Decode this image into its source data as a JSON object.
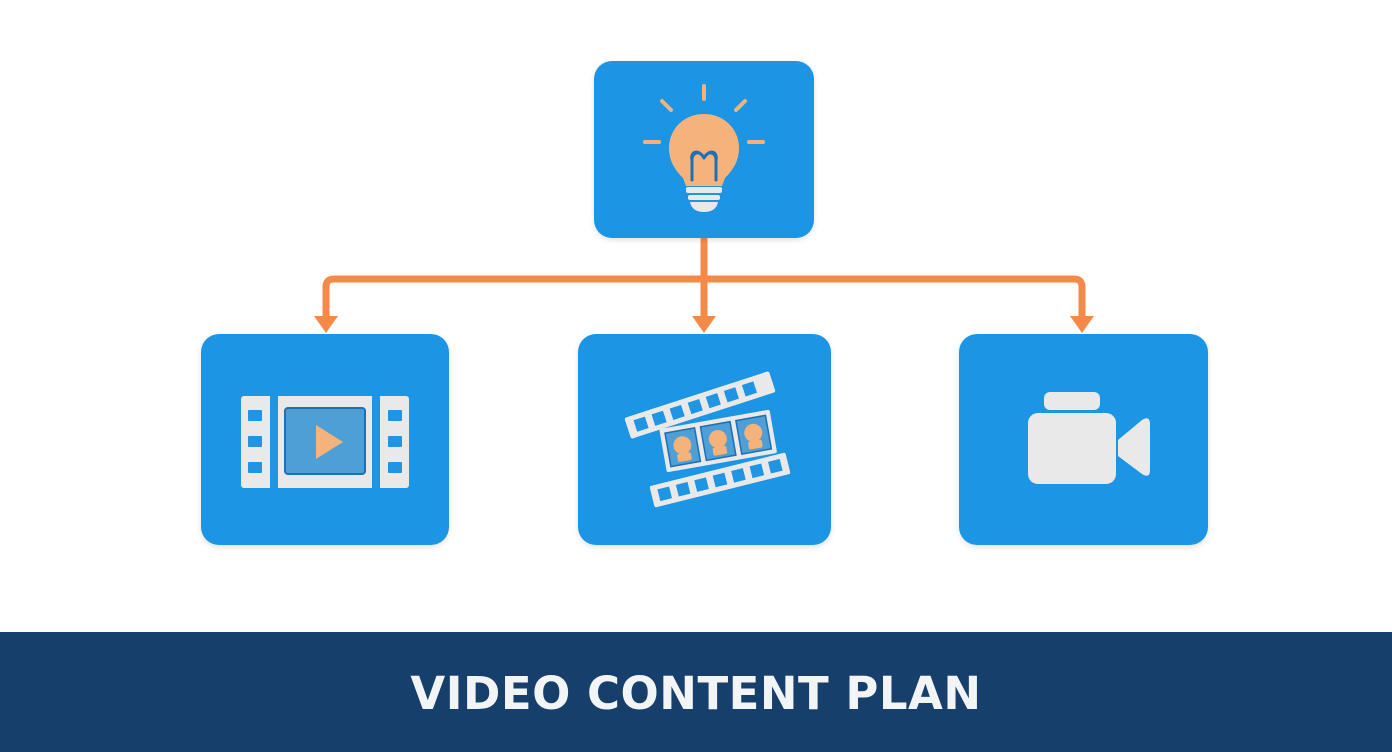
{
  "footer": {
    "title": "VIDEO CONTENT PLAN"
  },
  "colors": {
    "box": "#1f95e4",
    "connector": "#f58a48",
    "icon_light": "#e9e9ea",
    "icon_orange": "#f5b27a",
    "footer_bg": "#163f6b"
  },
  "nodes": [
    {
      "id": "idea",
      "icon": "lightbulb-icon"
    },
    {
      "id": "video-clip",
      "icon": "film-strip-play-icon"
    },
    {
      "id": "storyboard",
      "icon": "film-reel-strips-icon"
    },
    {
      "id": "recording",
      "icon": "video-camera-icon"
    }
  ]
}
